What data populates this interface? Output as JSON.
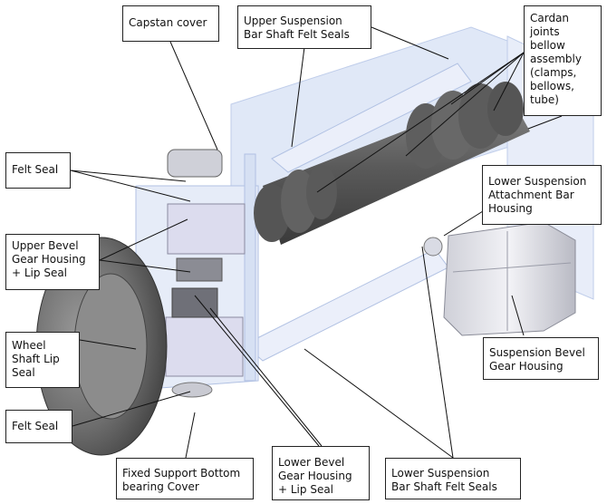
{
  "labels": {
    "capstan_cover": "Capstan cover",
    "upper_felt_seals": "Upper Suspension\nBar Shaft Felt Seals",
    "cardan_joints": "Cardan\njoints\nbellow\nassembly\n(clamps,\nbellows,\ntube)",
    "felt_seal_top": "Felt Seal",
    "lower_attach_housing": "Lower Suspension\nAttachment Bar\nHousing",
    "upper_bevel": "Upper Bevel\nGear Housing\n+ Lip Seal",
    "wheel_lip_seal": "Wheel\nShaft Lip\nSeal",
    "suspension_bevel": "Suspension Bevel\nGear Housing",
    "felt_seal_bottom": "Felt Seal",
    "fixed_support": "Fixed Support Bottom\nbearing Cover",
    "lower_bevel": "Lower Bevel\nGear Housing\n+ Lip Seal",
    "lower_felt_seals": "Lower Suspension\nBar Shaft Felt Seals"
  }
}
